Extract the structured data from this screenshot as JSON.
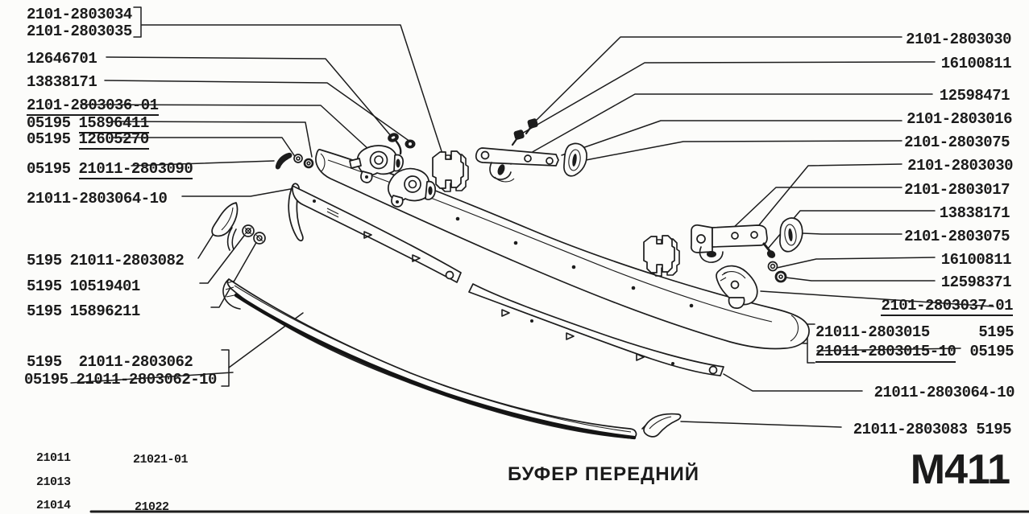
{
  "page": {
    "caption": "БУФЕР ПЕРЕДНИЙ",
    "sheet_code": "М411",
    "ink_color": "#1c1c1c",
    "paper_color": "#fcfcfa"
  },
  "left_labels": {
    "row1": "2101-2803034",
    "row2": "2101-2803035",
    "row3": "12646701",
    "row4": "13838171",
    "row5": "2101-2803036-01",
    "row6a": "05195",
    "row6b": "15896411",
    "row7a": "05195",
    "row7b": "12605270",
    "row8a": "05195",
    "row8b": "21011-2803090",
    "row9": "21011-2803064-10",
    "row10a": "5195",
    "row10b": "21011-2803082",
    "row11a": "5195",
    "row11b": "10519401",
    "row12a": "5195",
    "row12b": "15896211",
    "row13a": "5195",
    "row13b": "21011-2803062",
    "row14a": "05195",
    "row14b": "21011-2803062-10"
  },
  "right_labels": {
    "row1": "2101-2803030",
    "row2": "16100811",
    "row3": "12598471",
    "row4": "2101-2803016",
    "row5": "2101-2803075",
    "row6": "2101-2803030",
    "row7": "2101-2803017",
    "row8": "13838171",
    "row9": "2101-2803075",
    "row10": "16100811",
    "row11": "12598371",
    "row12": "2101-2803037-01",
    "box_row1_part": "21011-2803015",
    "box_row1_code": "5195",
    "box_row2_part": "21011-2803015-10",
    "box_row2_code": "05195",
    "row14": "21011-2803064-10",
    "row15": "21011-2803083 5195"
  },
  "model_table": {
    "r1c1": "21011",
    "r1c2": "21021-01",
    "r2c1": "21013",
    "r3c1": "21014",
    "r3c2": "21022"
  }
}
